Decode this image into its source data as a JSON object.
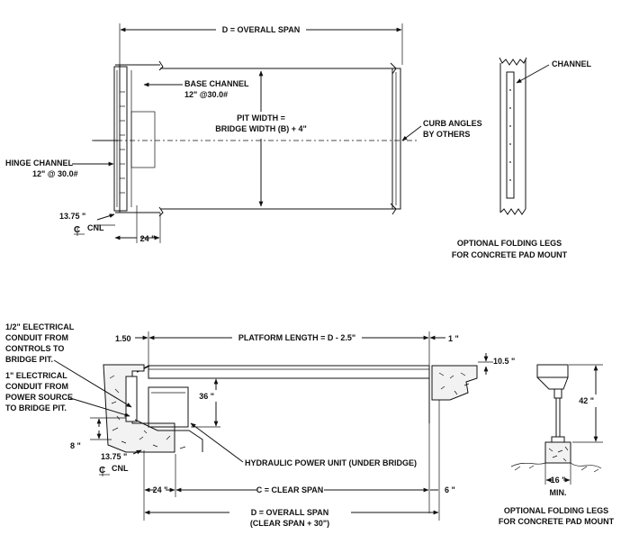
{
  "plan": {
    "overall_span": "D = OVERALL SPAN",
    "base_channel_1": "BASE CHANNEL",
    "base_channel_2": "12\" @30.0#",
    "pit_width_1": "PIT WIDTH =",
    "pit_width_2": "BRIDGE WIDTH (B) + 4\"",
    "curb_angles_1": "CURB ANGLES",
    "curb_angles_2": "BY OTHERS",
    "hinge_channel_1": "HINGE CHANNEL",
    "hinge_channel_2": "12\" @ 30.0#",
    "offset": "13.75 \"",
    "cl_cnl": "CNL",
    "width_24": "24 \""
  },
  "legs_top": {
    "channel": "CHANNEL",
    "caption_1": "OPTIONAL FOLDING LEGS",
    "caption_2": "FOR CONCRETE PAD MOUNT"
  },
  "section": {
    "dim_150": "1.50",
    "platform_length": "PLATFORM LENGTH = D - 2.5\"",
    "dim_1": "1 \"",
    "dim_105": "10.5 \"",
    "conduit_half_1": "1/2\" ELECTRICAL",
    "conduit_half_2": "CONDUIT FROM",
    "conduit_half_3": "CONTROLS TO",
    "conduit_half_4": "BRIDGE PIT.",
    "conduit_one_1": "1\" ELECTRICAL",
    "conduit_one_2": "CONDUIT FROM",
    "conduit_one_3": "POWER SOURCE",
    "conduit_one_4": "TO BRIDGE PIT.",
    "dim_36": "36 \"",
    "dim_8": "8 \"",
    "offset": "13.75 \"",
    "cl_cnl": "CNL",
    "hpu": "HYDRAULIC POWER UNIT (UNDER BRIDGE)",
    "dim_24": "24 \"",
    "clear_span": "C = CLEAR SPAN",
    "dim_6": "6 \"",
    "overall_span_1": "D = OVERALL SPAN",
    "overall_span_2": "(CLEAR SPAN + 30\")"
  },
  "legs_bottom": {
    "dim_42": "42 \"",
    "dim_16": "16 \"",
    "min": "MIN.",
    "caption_1": "OPTIONAL FOLDING LEGS",
    "caption_2": "FOR CONCRETE PAD MOUNT"
  }
}
